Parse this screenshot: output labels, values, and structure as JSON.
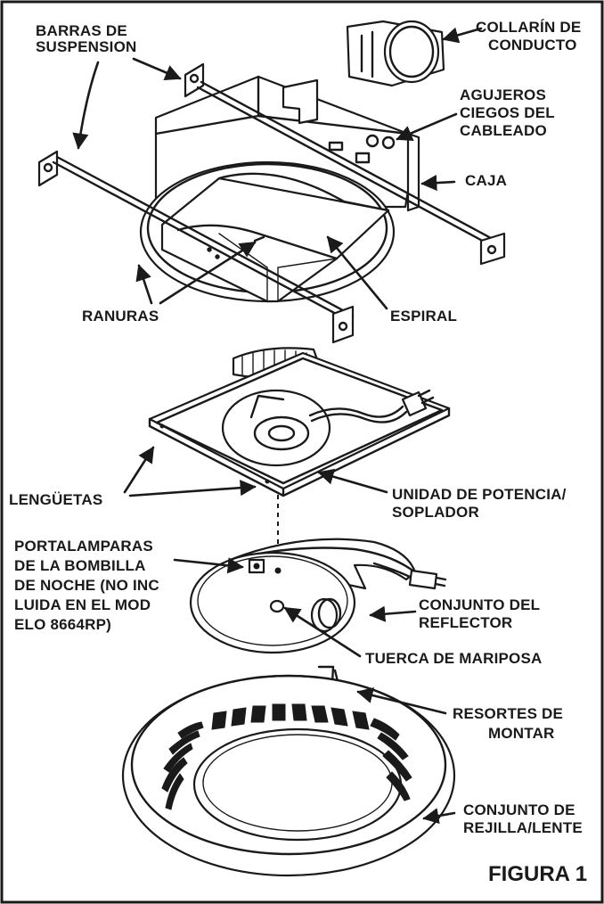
{
  "labels": {
    "suspension_bars": [
      "BARRAS DE",
      "SUSPENSION"
    ],
    "duct_collar": [
      "COLLARÍN DE",
      "CONDUCTO"
    ],
    "wiring_knockouts": [
      "AGUJEROS",
      "CIEGOS DEL",
      "CABLEADO"
    ],
    "housing": [
      "CAJA"
    ],
    "slots": [
      "RANURAS"
    ],
    "scroll": [
      "ESPIRAL"
    ],
    "tabs": [
      "LENGÜETAS"
    ],
    "power_unit": [
      "UNIDAD DE POTENCIA/",
      "SOPLADOR"
    ],
    "night_light_socket": [
      "PORTALAMPARAS",
      "DE LA BOMBILLA",
      "DE NOCHE (NO INC",
      "LUIDA EN EL MOD",
      "ELO 8664RP)"
    ],
    "reflector_assembly": [
      "CONJUNTO DEL",
      "REFLECTOR"
    ],
    "wing_nut": [
      "TUERCA DE MARIPOSA"
    ],
    "mounting_springs": [
      "RESORTES DE",
      "MONTAR"
    ],
    "grille_lens_assembly": [
      "CONJUNTO DE",
      "REJILLA/LENTE"
    ]
  },
  "figure_label": "FIGURA 1"
}
